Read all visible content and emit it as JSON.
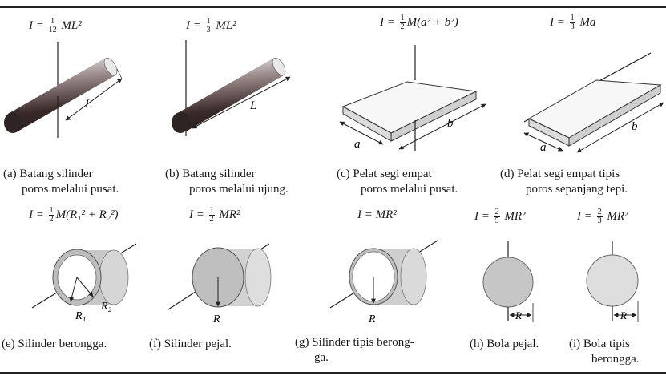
{
  "colors": {
    "rod_dark": "#3a2a2a",
    "rod_light": "#f2f2f2",
    "plate_fill": "#f7f7f7",
    "disk_fill": "#c8c8c8",
    "line": "#222222"
  },
  "top_row": [
    {
      "formula": {
        "lhs": "I",
        "frac_num": "1",
        "frac_den": "12",
        "rest": "ML²"
      },
      "dim_label": "L",
      "caption": {
        "letter": "(a)",
        "line1": "Batang silinder",
        "line2": "poros melalui pusat."
      }
    },
    {
      "formula": {
        "lhs": "I",
        "frac_num": "1",
        "frac_den": "3",
        "rest": "ML²"
      },
      "dim_label": "L",
      "caption": {
        "letter": "(b)",
        "line1": "Batang silinder",
        "line2": "poros melalui ujung."
      }
    },
    {
      "formula": {
        "lhs": "I",
        "frac_num": "1",
        "frac_den": "2",
        "rest": "M(a² + b²)"
      },
      "dim_a": "a",
      "dim_b": "b",
      "caption": {
        "letter": "(c)",
        "line1": "Pelat segi empat",
        "line2": "poros melalui pusat."
      }
    },
    {
      "formula": {
        "lhs": "I",
        "frac_num": "1",
        "frac_den": "3",
        "rest": "Ma"
      },
      "dim_a": "a",
      "dim_b": "b",
      "caption": {
        "letter": "(d)",
        "line1": "Pelat segi empat tipis",
        "line2": "poros sepanjang tepi."
      }
    }
  ],
  "bottom_row": [
    {
      "formula": {
        "lhs": "I",
        "frac_num": "1",
        "frac_den": "2",
        "rest": "M(R₁² + R₂²)"
      },
      "r1": "R₁",
      "r2": "R₂",
      "caption": {
        "letter": "(e)",
        "line1": "Silinder berongga.",
        "line2": ""
      }
    },
    {
      "formula": {
        "lhs": "I",
        "frac_num": "1",
        "frac_den": "2",
        "rest": "MR²"
      },
      "r": "R",
      "caption": {
        "letter": "(f)",
        "line1": "Silinder pejal.",
        "line2": ""
      }
    },
    {
      "formula": {
        "lhs": "I",
        "frac_num": "",
        "frac_den": "",
        "rest": "MR²"
      },
      "r": "R",
      "caption": {
        "letter": "(g)",
        "line1": "Silinder tipis berong-",
        "line2": "ga."
      }
    },
    {
      "formula": {
        "lhs": "I",
        "frac_num": "2",
        "frac_den": "5",
        "rest": "MR²"
      },
      "r": "R",
      "caption": {
        "letter": "(h)",
        "line1": "Bola pejal.",
        "line2": ""
      }
    },
    {
      "formula": {
        "lhs": "I",
        "frac_num": "2",
        "frac_den": "3",
        "rest": "MR²"
      },
      "r": "R",
      "caption": {
        "letter": "(i)",
        "line1": "Bola tipis",
        "line2": "berongga."
      }
    }
  ]
}
